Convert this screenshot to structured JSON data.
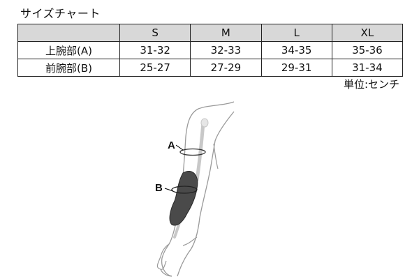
{
  "title": "サイズチャート",
  "table": {
    "headers": [
      "",
      "S",
      "M",
      "L",
      "XL"
    ],
    "rows": [
      {
        "label": "上腕部(A)",
        "values": [
          "31-32",
          "32-33",
          "34-35",
          "35-36"
        ]
      },
      {
        "label": "前腕部(B)",
        "values": [
          "25-27",
          "27-29",
          "29-31",
          "31-34"
        ]
      }
    ]
  },
  "unit_note": "単位:センチ",
  "diagram": {
    "label_a": "A",
    "label_b": "B"
  }
}
